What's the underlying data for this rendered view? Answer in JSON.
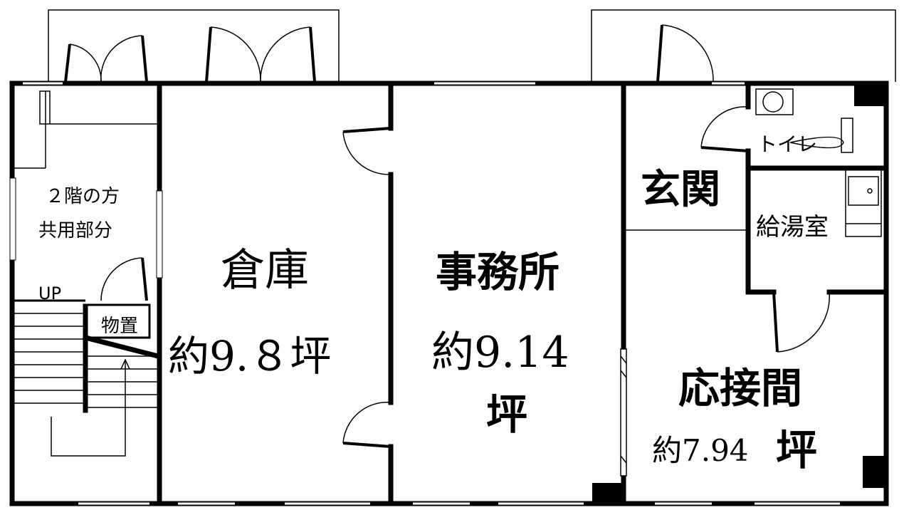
{
  "floor_plan": {
    "rooms": {
      "common": {
        "line1": "２階の方",
        "line2": "共用部分"
      },
      "stairs": {
        "label": "UP"
      },
      "storage_closet": {
        "label": "物置"
      },
      "warehouse": {
        "name": "倉庫",
        "area": "約9.８坪"
      },
      "office": {
        "name": "事務所",
        "area": "約9.14",
        "unit": "坪"
      },
      "entrance": {
        "name": "玄関"
      },
      "toilet": {
        "name": "トイレ"
      },
      "kitchenette": {
        "name": "給湯室"
      },
      "reception": {
        "name": "応接間",
        "area": "約7.94",
        "unit": "坪"
      }
    },
    "colors": {
      "line": "#000000",
      "background": "#ffffff"
    }
  }
}
